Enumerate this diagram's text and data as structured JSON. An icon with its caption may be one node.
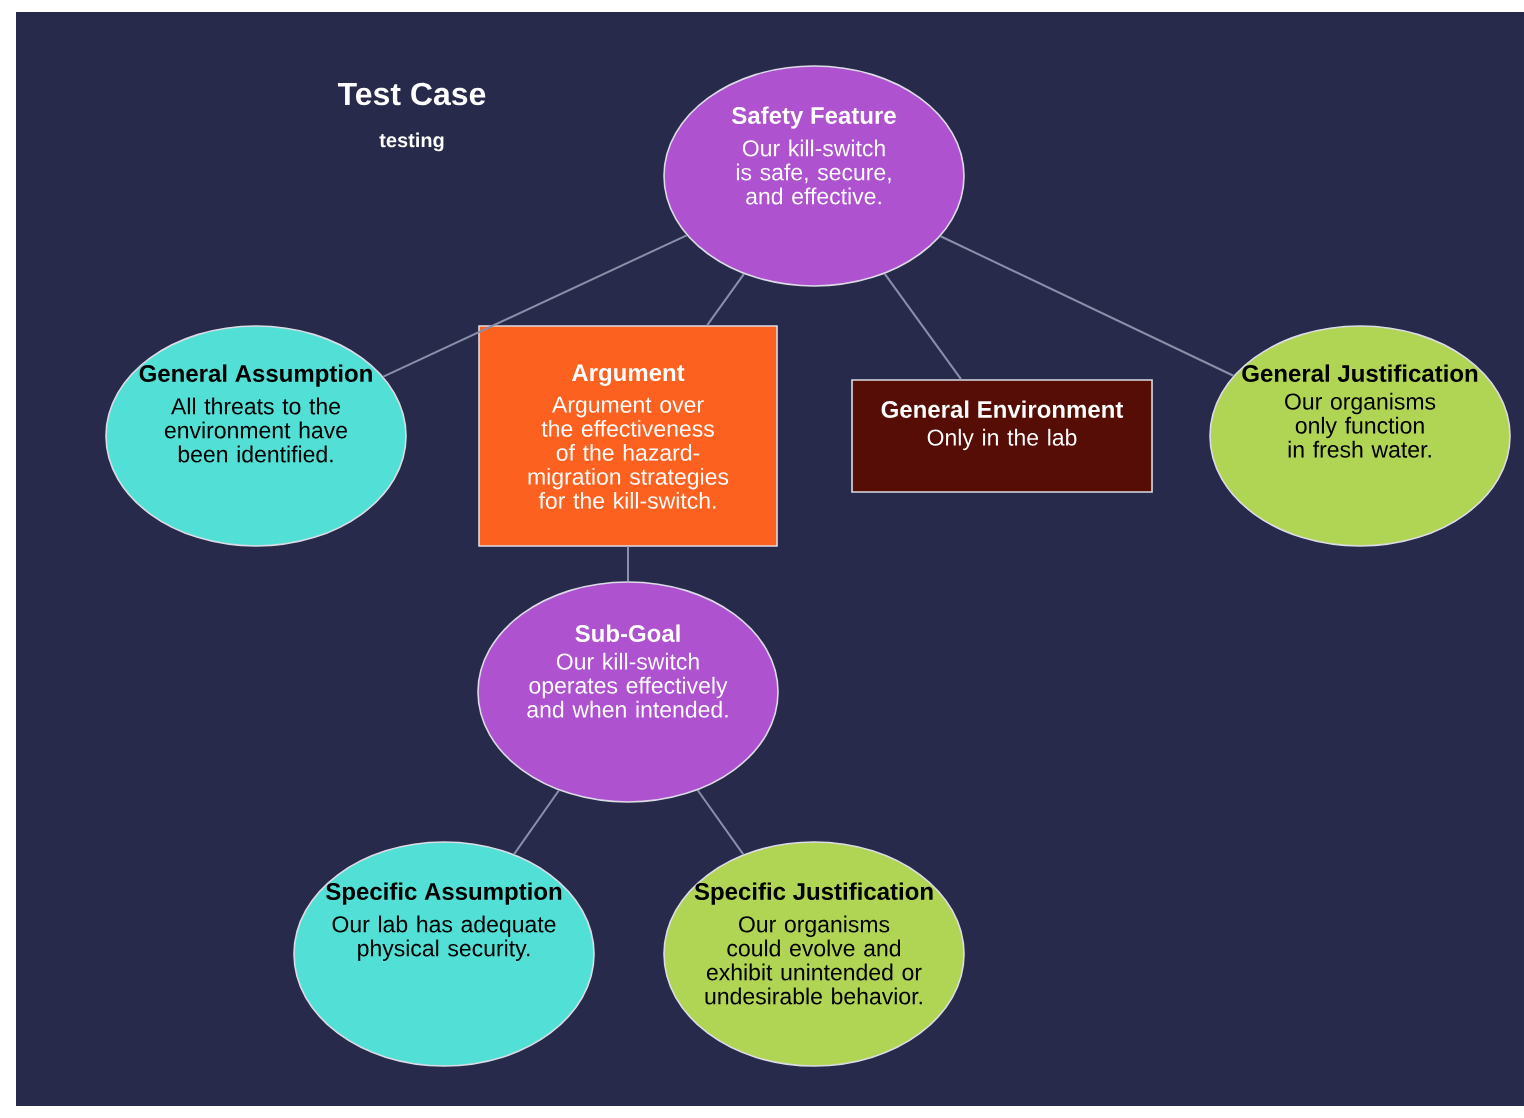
{
  "diagram": {
    "title": "Test Case",
    "caption": "testing",
    "nodes": [
      {
        "text": [
          "Safety Feature",
          "Our kill-switch is safe, secure, and effective."
        ]
      },
      {
        "text": [
          "General Assumption",
          "All threats to the environment have been identified."
        ]
      },
      {
        "text": [
          "Argument",
          "Argument over the effectiveness of the hazard-migration strategies for the kill-switch."
        ]
      },
      {
        "text": [
          "General Environment",
          "Only in the lab"
        ]
      },
      {
        "text": [
          "General Justification",
          "Our organisms only function in fresh water."
        ]
      },
      {
        "text": [
          "Sub-Goal",
          "Our kill-switch operates effectively and when intended."
        ]
      },
      {
        "text": [
          "Specific Assumption",
          "Our lab has adequate physical security."
        ]
      },
      {
        "text": [
          "Specific Justification",
          "Our organisms could evolve and exhibit unintended or undesirable behavior."
        ]
      }
    ],
    "edges": [
      {
        "from": 0,
        "to": 1,
        "arrow": "none"
      },
      {
        "from": 0,
        "to": 2,
        "arrow": "none"
      },
      {
        "from": 0,
        "to": 3,
        "arrow": "none"
      },
      {
        "from": 0,
        "to": 4,
        "arrow": "none"
      },
      {
        "from": 2,
        "to": 5,
        "arrow": "none"
      },
      {
        "from": 5,
        "to": 6,
        "arrow": "none"
      },
      {
        "from": 5,
        "to": 7,
        "arrow": "none"
      }
    ]
  }
}
